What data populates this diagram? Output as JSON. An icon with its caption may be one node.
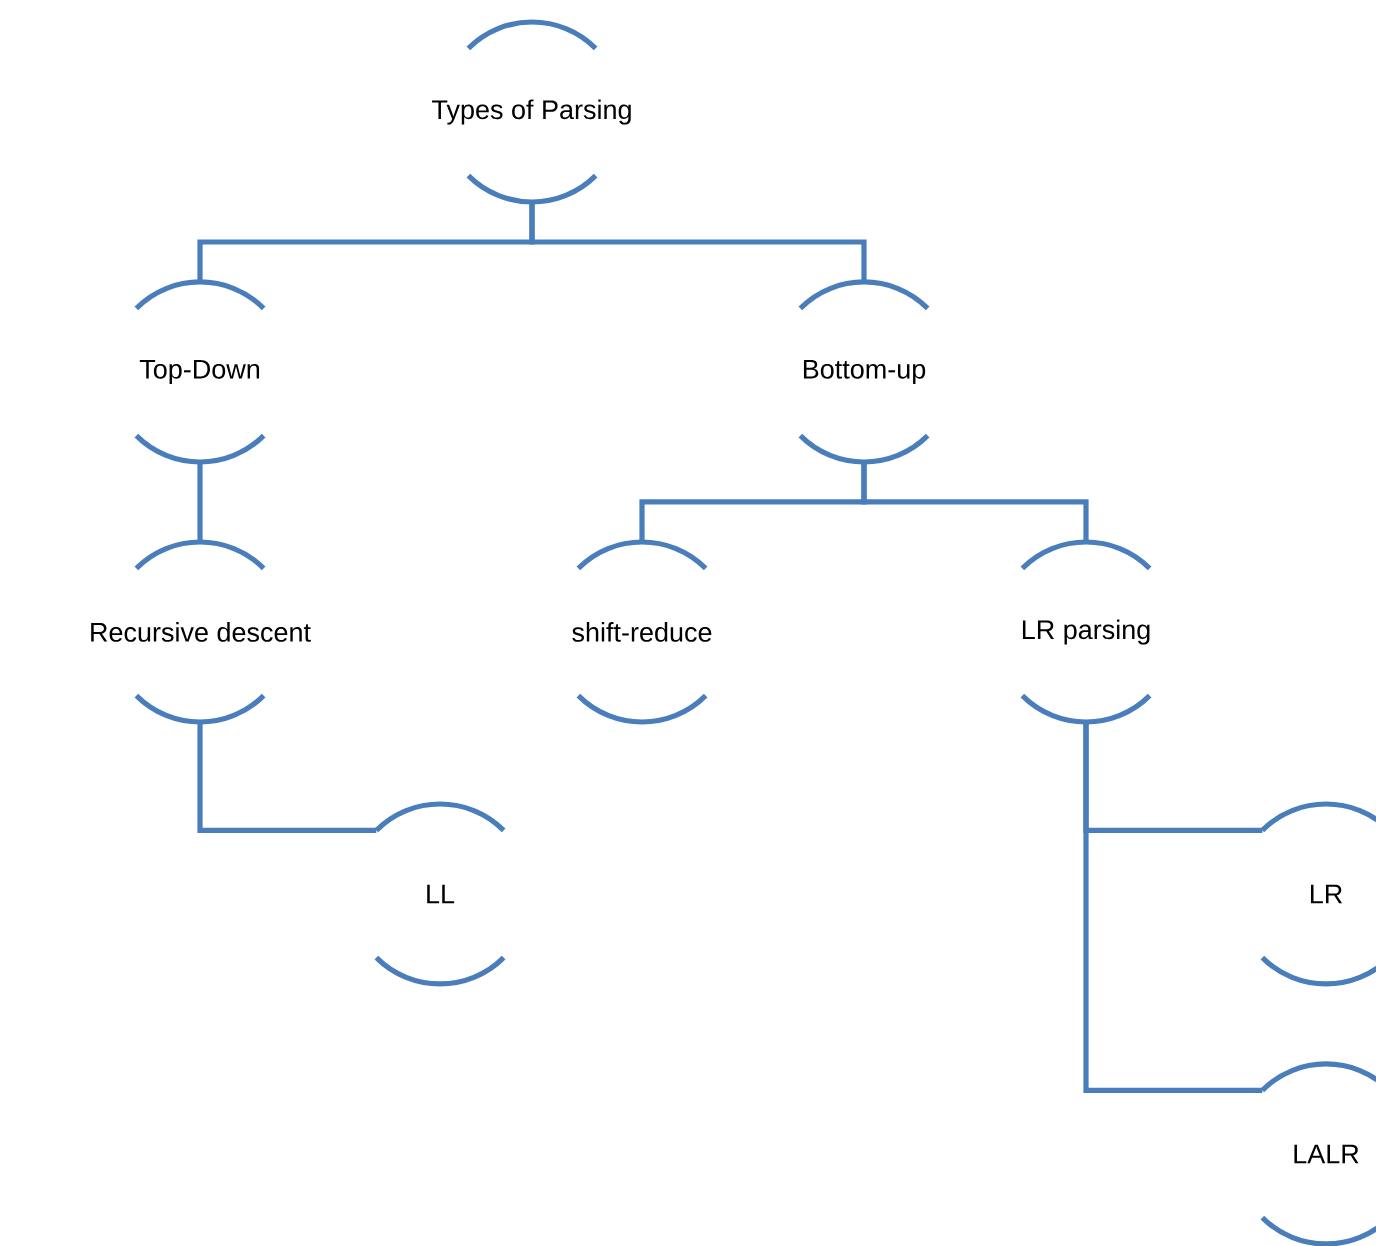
{
  "diagram": {
    "nodes": [
      {
        "text": [
          "Types of Parsing"
        ]
      },
      {
        "text": [
          "Top-Down"
        ]
      },
      {
        "text": [
          "Bottom-up"
        ]
      },
      {
        "text": [
          "Recursive descent"
        ]
      },
      {
        "text": [
          "shift-reduce"
        ]
      },
      {
        "text": [
          "LR parsing"
        ]
      },
      {
        "text": [
          "LL"
        ]
      },
      {
        "text": [
          "LR"
        ]
      },
      {
        "text": [
          "LALR"
        ]
      }
    ],
    "edges": [
      {
        "from": 0,
        "to": 1,
        "arrow": "none"
      },
      {
        "from": 0,
        "to": 2,
        "arrow": "none"
      },
      {
        "from": 1,
        "to": 3,
        "arrow": "none"
      },
      {
        "from": 2,
        "to": 4,
        "arrow": "none"
      },
      {
        "from": 2,
        "to": 5,
        "arrow": "none"
      },
      {
        "from": 3,
        "to": 6,
        "arrow": "none"
      },
      {
        "from": 5,
        "to": 7,
        "arrow": "none"
      },
      {
        "from": 5,
        "to": 8,
        "arrow": "none"
      }
    ]
  }
}
